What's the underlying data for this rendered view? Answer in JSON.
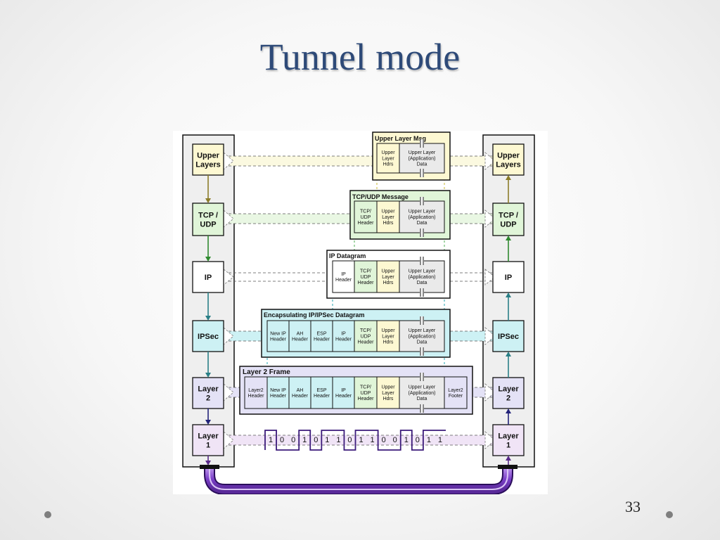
{
  "slide": {
    "title": "Tunnel mode",
    "page_number": "33"
  },
  "colors": {
    "upper": "#fdf8d2",
    "tcpudp": "#e0f5d8",
    "ip": "#ffffff",
    "ipsec": "#cdf1f4",
    "layer2": "#e4e2f6",
    "layer1": "#f0e4f6",
    "data": "#eaeaea",
    "arrow_upper": "#8b7d2a",
    "arrow_tcp": "#2f8a2f",
    "arrow_ip": "#2a7f86",
    "arrow_l2": "#23237a",
    "arrow_l1": "#5a2a8a",
    "link": "#8a4fd0"
  },
  "diagram": {
    "stack_labels": {
      "upper": [
        "Upper",
        "Layers"
      ],
      "tcp": [
        "TCP /",
        "UDP"
      ],
      "ip": [
        "IP"
      ],
      "ipsec": [
        "IPSec"
      ],
      "l2": [
        "Layer",
        "2"
      ],
      "l1": [
        "Layer",
        "1"
      ]
    },
    "frames": {
      "upper_msg": "Upper Layer Msg",
      "tcp_msg": "TCP/UDP Message",
      "ip_dgram": "IP Datagram",
      "ipsec_dgram": "Encapsulating IP/IPSec Datagram",
      "l2_frame": "Layer 2 Frame"
    },
    "fields": {
      "upper_hdrs": [
        "Upper",
        "Layer",
        "Hdrs"
      ],
      "upper_data": [
        "Upper Layer",
        "(Application)",
        "Data"
      ],
      "tcp_hdr": [
        "TCP/",
        "UDP",
        "Header"
      ],
      "ip_hdr": [
        "IP",
        "Header"
      ],
      "new_ip_hdr": [
        "New IP",
        "Header"
      ],
      "ah_hdr": [
        "AH",
        "Header"
      ],
      "esp_hdr": [
        "ESP",
        "Header"
      ],
      "l2_hdr": [
        "Layer2",
        "Header"
      ],
      "l2_footer": [
        "Layer2",
        "Footer"
      ]
    },
    "bits": [
      "1",
      "0",
      "0",
      "1",
      "0",
      "1",
      "1",
      "0",
      "1",
      "1",
      "0",
      "0",
      "1",
      "0",
      "1",
      "1"
    ]
  }
}
